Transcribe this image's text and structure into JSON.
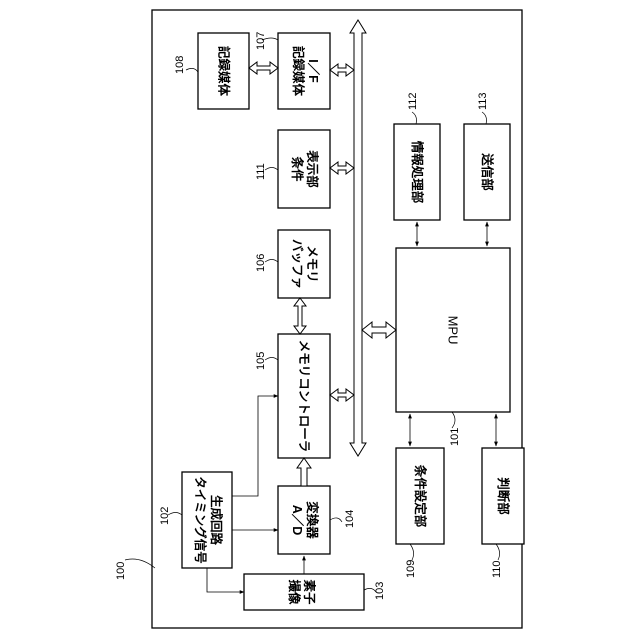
{
  "system": {
    "ref": "100"
  },
  "blocks": {
    "mpu": {
      "ref": "101",
      "label": "MPU"
    },
    "timing_gen": {
      "ref": "102",
      "label_lines": [
        "タイミング信号",
        "生成回路"
      ]
    },
    "imaging_element": {
      "ref": "103",
      "label_lines": [
        "撮像",
        "素子"
      ]
    },
    "ad_converter": {
      "ref": "104",
      "label_lines": [
        "A／D",
        "変換器"
      ]
    },
    "memory_controller": {
      "ref": "105",
      "label": "メモリコントローラ"
    },
    "buffer_memory": {
      "ref": "106",
      "label_lines": [
        "バッファ",
        "メモリ"
      ]
    },
    "recording_media_if": {
      "ref": "107",
      "label_lines": [
        "記録媒体",
        "I／F"
      ]
    },
    "recording_media": {
      "ref": "108",
      "label": "記録媒体"
    },
    "condition_setting": {
      "ref": "109",
      "label": "条件設定部"
    },
    "judgment": {
      "ref": "110",
      "label": "判断部"
    },
    "condition_display": {
      "ref": "111",
      "label_lines": [
        "条件",
        "表示部"
      ]
    },
    "info_processing": {
      "ref": "112",
      "label": "情報処理部"
    },
    "transmission": {
      "ref": "113",
      "label": "送信部"
    }
  }
}
